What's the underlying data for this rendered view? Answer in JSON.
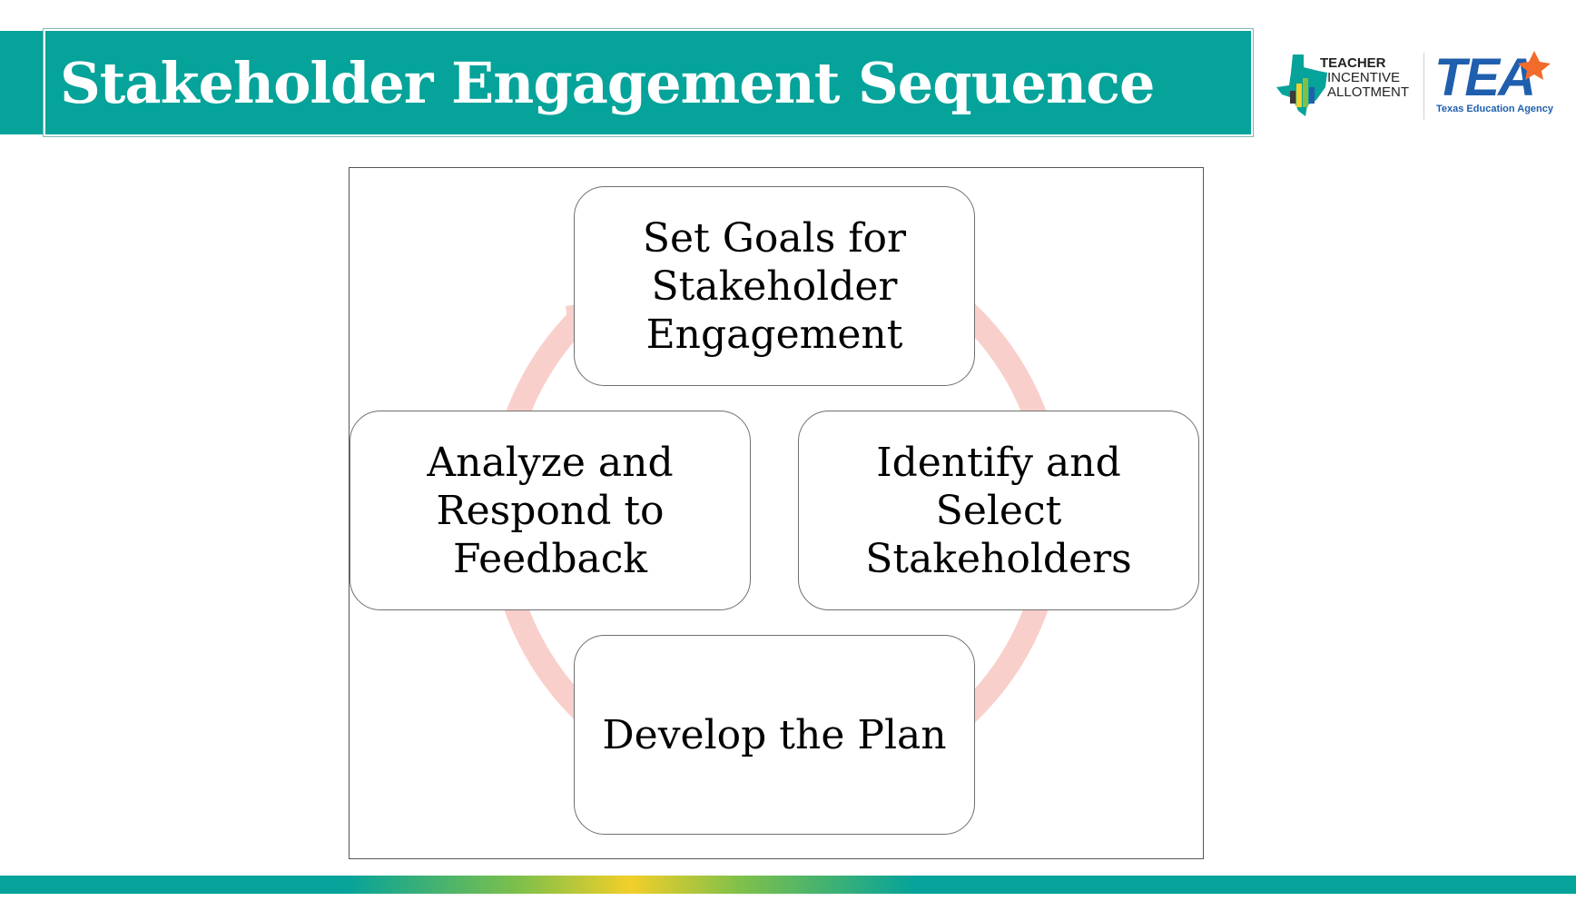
{
  "slide": {
    "title": "Stakeholder Engagement Sequence"
  },
  "logos": {
    "tia": {
      "line1": "TEACHER",
      "line2": "INCENTIVE",
      "line3": "ALLOTMENT"
    },
    "tea": {
      "mark": "TEA",
      "subtitle": "Texas Education Agency"
    }
  },
  "cycle": {
    "nodes": [
      {
        "id": "set-goals",
        "text": "Set Goals for\nStakeholder\nEngagement"
      },
      {
        "id": "identify",
        "text": "Identify and\nSelect\nStakeholders"
      },
      {
        "id": "develop",
        "text": "Develop the Plan"
      },
      {
        "id": "analyze",
        "text": "Analyze and\nRespond to\nFeedback"
      }
    ],
    "arrow_color": "#f9cfcb"
  },
  "colors": {
    "brand_teal": "#05a39a",
    "tea_blue": "#1f5fae",
    "tea_orange": "#f26b2a"
  }
}
